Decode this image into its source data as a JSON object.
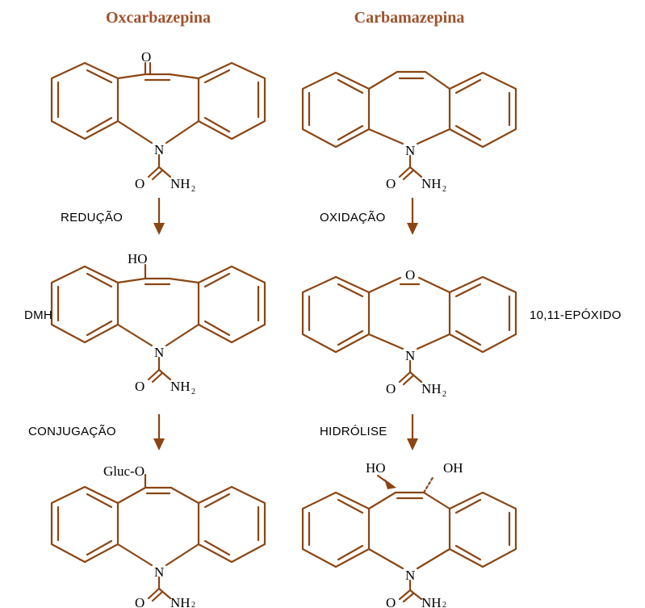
{
  "colors": {
    "title": "#A0522D",
    "bond": "#8B4513",
    "text": "#000000"
  },
  "titles": {
    "left": "Oxcarbazepina",
    "right": "Carbamazepina"
  },
  "steps": {
    "left_1": "REDUÇÃO",
    "left_2": "CONJUGAÇÃO",
    "right_1": "OXIDAÇÃO",
    "right_2": "HIDRÓLISE"
  },
  "compound_labels": {
    "left_middle": "DMH",
    "right_middle": "10,11-EPÓXIDO"
  },
  "atoms": {
    "N": "N",
    "O": "O",
    "NH": "NH",
    "sub2": "2",
    "keto_O": "O",
    "HO": "HO",
    "epoxide_O": "O",
    "gluc": "Gluc-O",
    "diol_HO": "HO",
    "diol_OH": "OH"
  }
}
